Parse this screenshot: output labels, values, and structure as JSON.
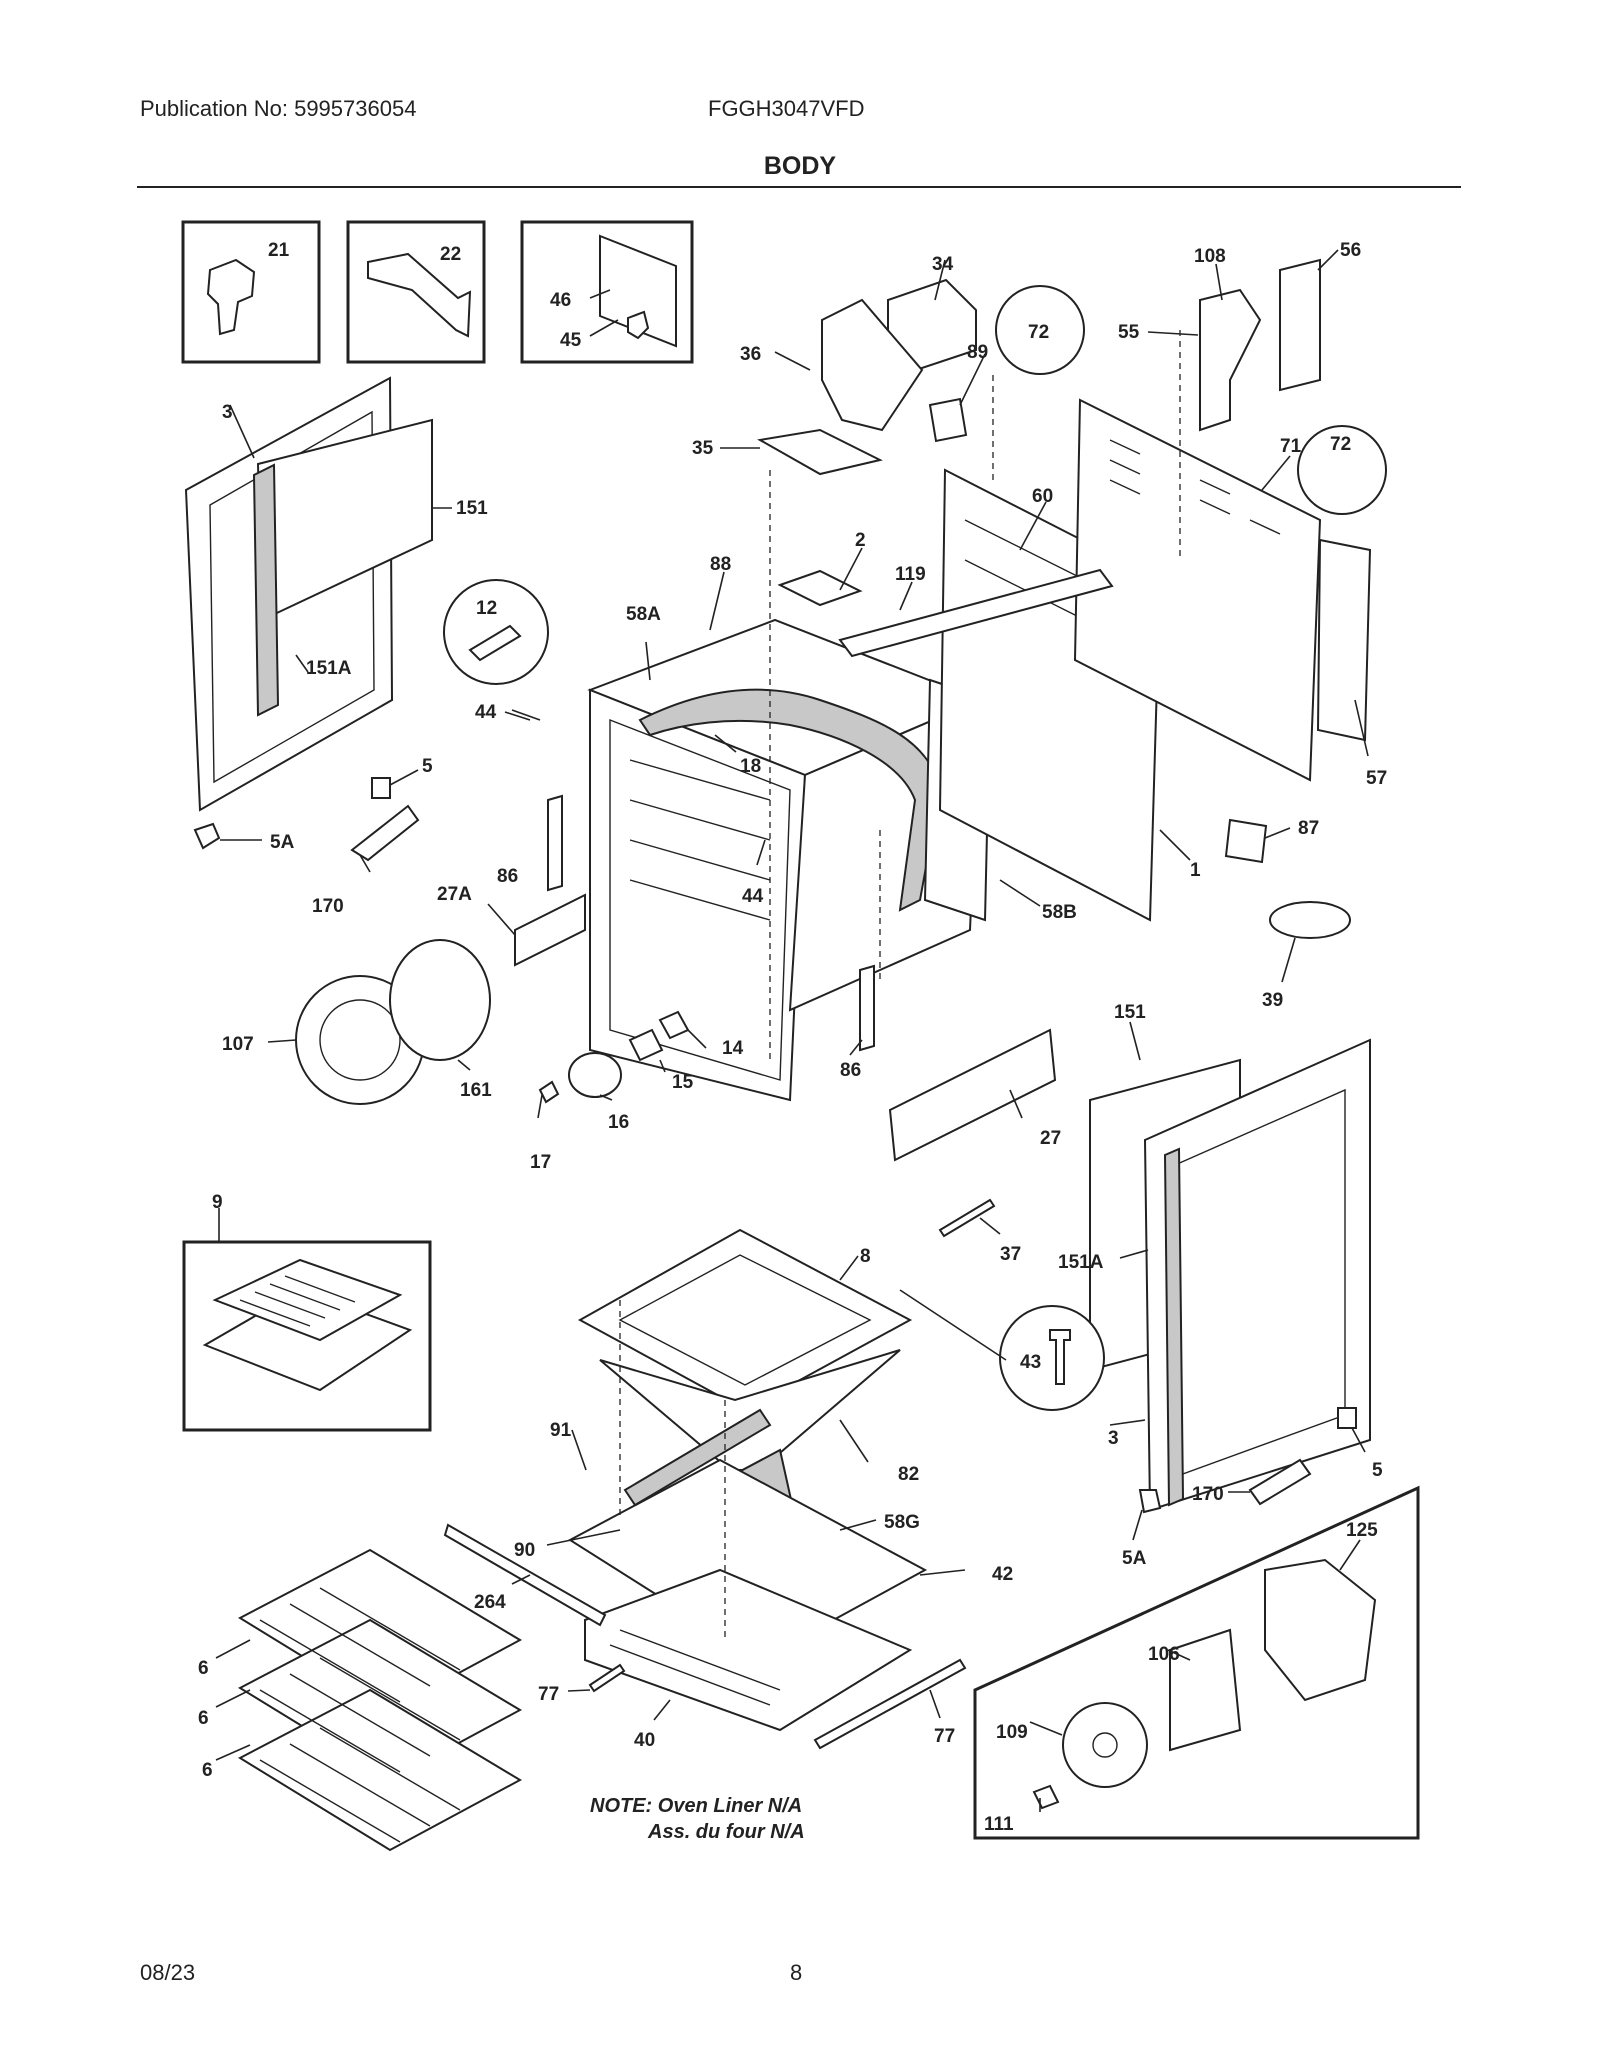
{
  "header": {
    "publication": "Publication No: 5995736054",
    "model": "FGGH3047VFD",
    "title": "BODY"
  },
  "footer": {
    "date": "08/23",
    "page": "8"
  },
  "note": {
    "line1": "NOTE: Oven Liner N/A",
    "line2": "Ass. du four N/A"
  },
  "callouts": [
    "21",
    "22",
    "46",
    "45",
    "34",
    "36",
    "89",
    "35",
    "108",
    "56",
    "72",
    "55",
    "71",
    "72",
    "60",
    "57",
    "3",
    "151",
    "151A",
    "2",
    "119",
    "88",
    "58A",
    "12",
    "44",
    "18",
    "5",
    "5A",
    "170",
    "86",
    "27A",
    "44",
    "58B",
    "87",
    "1",
    "39",
    "107",
    "161",
    "14",
    "15",
    "16",
    "17",
    "86",
    "151",
    "27",
    "37",
    "151A",
    "9",
    "8",
    "43",
    "82",
    "91",
    "58G",
    "42",
    "90",
    "264",
    "3",
    "5",
    "170",
    "5A",
    "125",
    "106",
    "6",
    "6",
    "6",
    "77",
    "40",
    "77",
    "109",
    "111"
  ]
}
